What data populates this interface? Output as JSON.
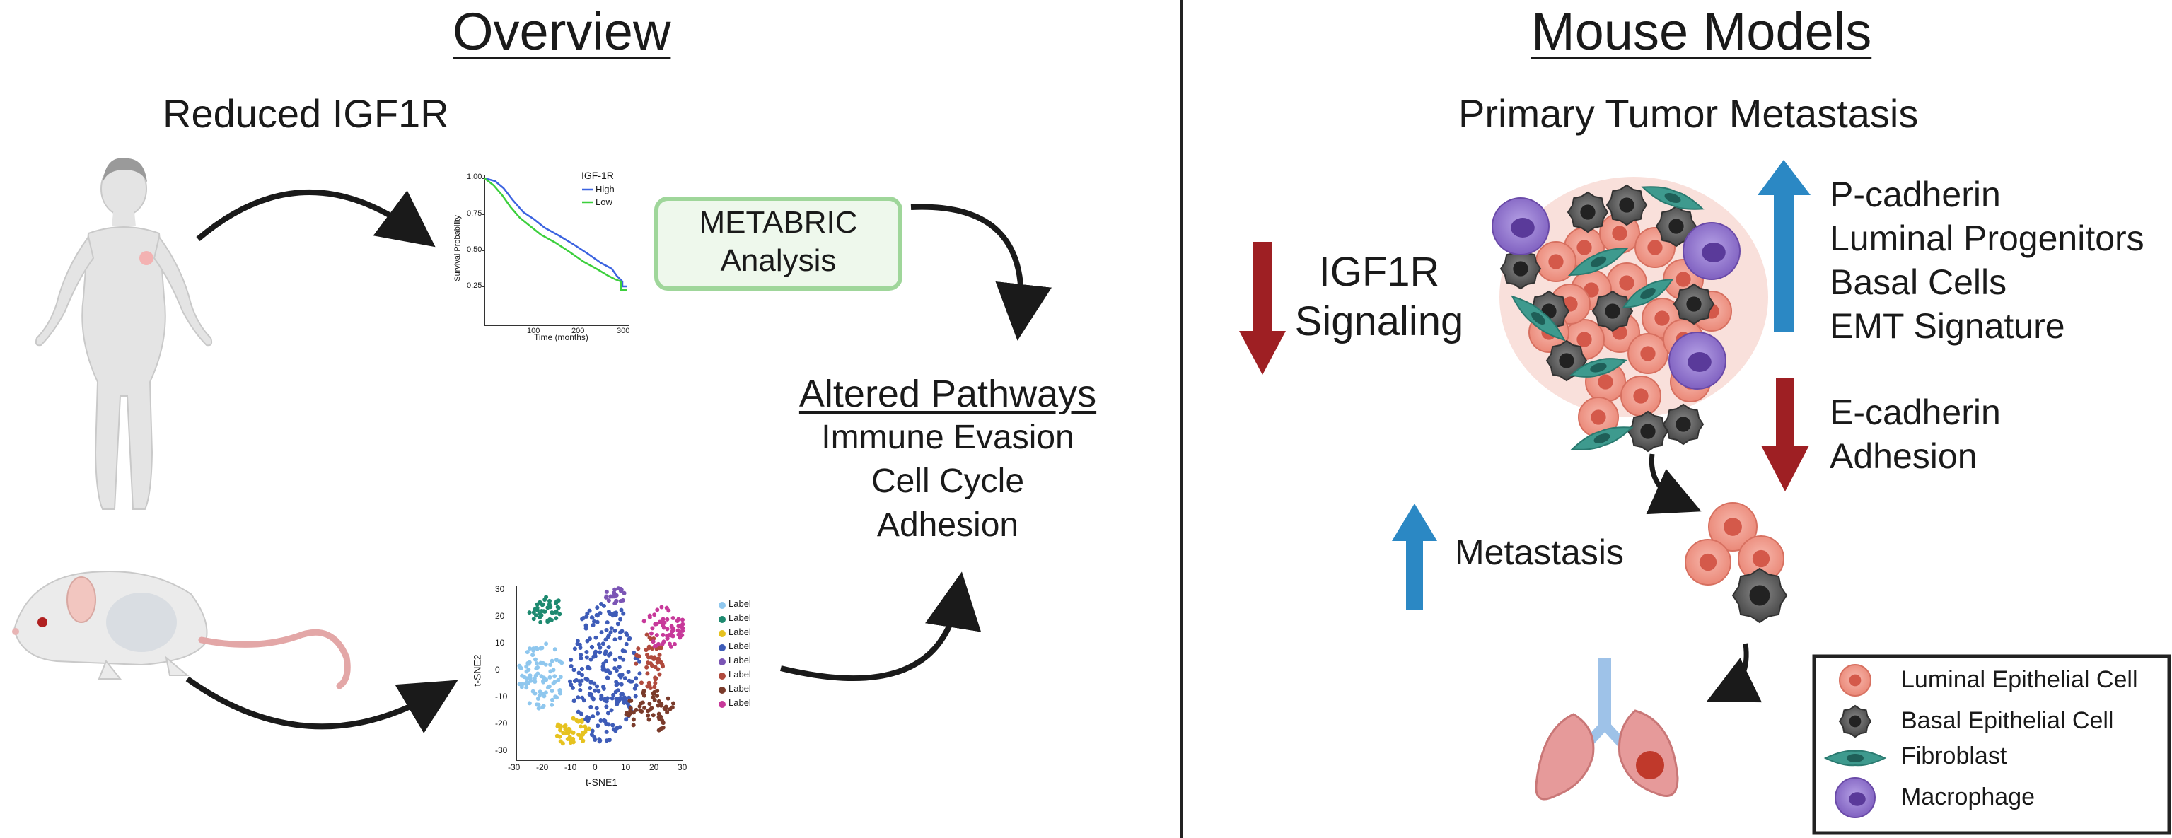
{
  "overview": {
    "title": "Overview",
    "reduced_label": "Reduced IGF1R",
    "metabric_line1": "METABRIC",
    "metabric_line2": "Analysis",
    "altered_title": "Altered Pathways",
    "pathways": [
      "Immune Evasion",
      "Cell Cycle",
      "Adhesion"
    ]
  },
  "km_plot": {
    "legend_title": "IGF-1R",
    "legend_items": [
      "High",
      "Low"
    ],
    "y_label": "Survival Probability",
    "x_label": "Time (months)",
    "y_ticks": [
      "1.00",
      "0.75",
      "0.50",
      "0.25"
    ],
    "x_ticks": [
      "100",
      "200",
      "300"
    ],
    "colors": {
      "high": "#3b63e0",
      "low": "#3ccf3c"
    }
  },
  "tsne": {
    "x_label": "t-SNE1",
    "y_label": "t-SNE2",
    "x_ticks": [
      "-30",
      "-20",
      "-10",
      "0",
      "10",
      "20",
      "30"
    ],
    "y_ticks": [
      "30",
      "20",
      "10",
      "0",
      "-10",
      "-20",
      "-30"
    ],
    "legend": [
      "Label",
      "Label",
      "Label",
      "Label",
      "Label",
      "Label",
      "Label",
      "Label"
    ],
    "legend_colors": [
      "#8fc7ee",
      "#1e8a70",
      "#e6c21f",
      "#3e5cb8",
      "#7b55b5",
      "#b04a3d",
      "#7a3b2b",
      "#c7399a"
    ]
  },
  "mouse_models": {
    "title": "Mouse Models",
    "subtitle": "Primary Tumor Metastasis",
    "igf1r_line1": "IGF1R",
    "igf1r_line2": "Signaling",
    "up_markers": [
      "P-cadherin",
      "Luminal Progenitors",
      "Basal Cells",
      "EMT Signature"
    ],
    "down_markers": [
      "E-cadherin",
      "Adhesion"
    ],
    "metastasis_label": "Metastasis",
    "legend": [
      {
        "label": "Luminal Epithelial Cell",
        "icon": "luminal-cell-icon"
      },
      {
        "label": "Basal Epithelial Cell",
        "icon": "basal-cell-icon"
      },
      {
        "label": "Fibroblast",
        "icon": "fibroblast-icon"
      },
      {
        "label": "Macrophage",
        "icon": "macrophage-icon"
      }
    ]
  },
  "colors": {
    "up_arrow": "#2b88c4",
    "down_arrow": "#9e1f23",
    "metabric_border": "#9fd69a",
    "metabric_fill": "#eef8ec",
    "luminal": "#f29a8c",
    "basal": "#4a4a4a",
    "fibroblast": "#3e9a8e",
    "macrophage": "#8b6bc8"
  }
}
